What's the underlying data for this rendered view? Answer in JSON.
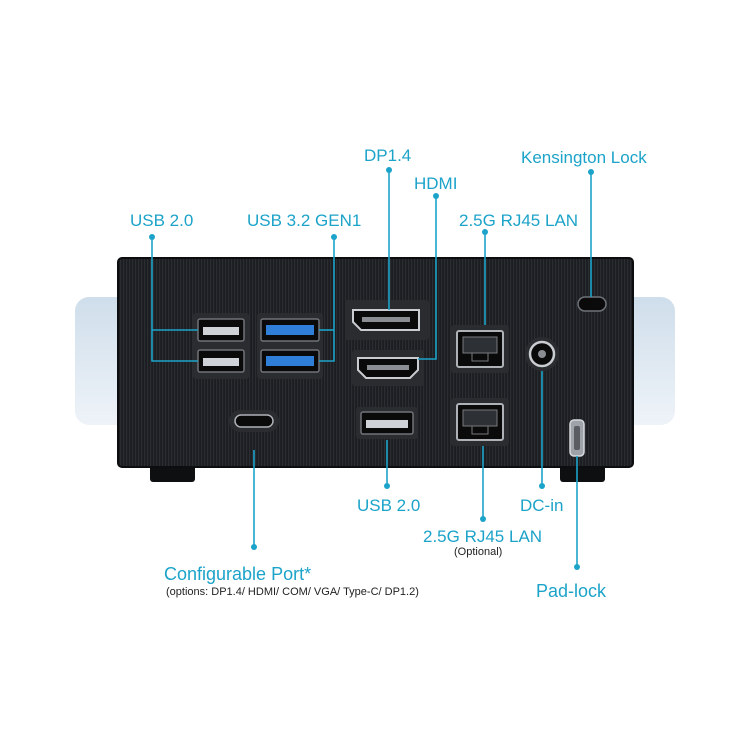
{
  "colors": {
    "accent": "#1ca3c9",
    "device_body": "#16181b",
    "backdrop": "#d9e6f1"
  },
  "labels": {
    "usb20_top": "USB 2.0",
    "usb32": "USB 3.2 GEN1",
    "dp14": "DP1.4",
    "hdmi": "HDMI",
    "kensington": "Kensington Lock",
    "lan_top": "2.5G RJ45 LAN",
    "usb20_bottom": "USB 2.0",
    "dcin": "DC-in",
    "lan_bottom": "2.5G RJ45 LAN",
    "lan_bottom_note": "(Optional)",
    "configurable": "Configurable Port*",
    "configurable_note": "(options: DP1.4/ HDMI/ COM/ VGA/ Type-C/ DP1.2)",
    "padlock": "Pad-lock"
  }
}
